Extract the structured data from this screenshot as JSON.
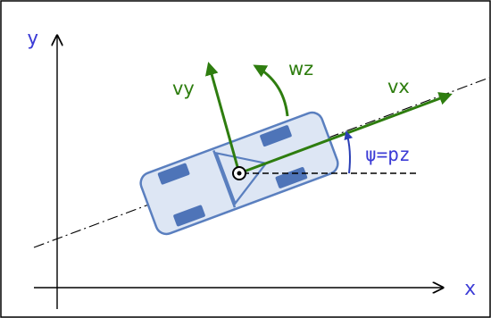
{
  "axes": {
    "y_label": "y",
    "x_label": "x"
  },
  "vectors": {
    "vx_label": "vx",
    "vy_label": "vy",
    "wz_label": "wz"
  },
  "angle": {
    "label": "ψ=pz"
  },
  "colors": {
    "axis_text": "#3b3bd6",
    "vector_green": "#2e7d0f",
    "car_fill": "#dde6f4",
    "car_stroke": "#5a7fbf",
    "wheel_fill": "#4e74b8",
    "frame": "#000000"
  },
  "icons": {
    "car": "car-top-view-icon",
    "center": "center-of-mass-icon"
  }
}
